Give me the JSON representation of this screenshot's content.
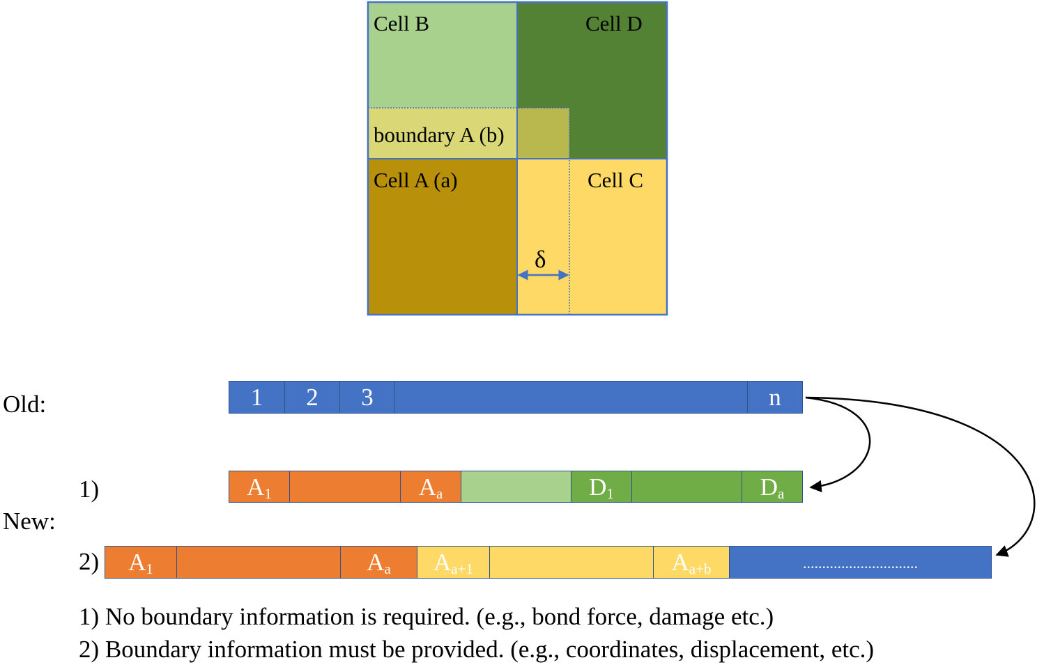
{
  "domain_grid": {
    "cells": {
      "cell_b": "Cell B",
      "cell_d": "Cell D",
      "cell_a": "Cell A (a)",
      "cell_c": "Cell C",
      "boundary": "boundary A (b)",
      "delta": "δ"
    },
    "colors": {
      "cell_b": "#A9D18E",
      "cell_d": "#548235",
      "cell_a": "#B8900A",
      "cell_c": "#FFD966",
      "boundary_left": "#DAD876",
      "boundary_overlap": "#B8B84F",
      "frame": "#4472C4"
    }
  },
  "rows": {
    "old_label": "Old:",
    "new_label": "New:",
    "row1_label": "1)",
    "row2_label": "2)",
    "old": [
      {
        "base": "1",
        "sub": "",
        "color": "#4472C4"
      },
      {
        "base": "2",
        "sub": "",
        "color": "#4472C4"
      },
      {
        "base": "3",
        "sub": "",
        "color": "#4472C4"
      },
      {
        "base": "",
        "sub": "",
        "color": "#4472C4"
      },
      {
        "base": "n",
        "sub": "",
        "color": "#4472C4"
      }
    ],
    "new1": [
      {
        "base": "A",
        "sub": "1",
        "color": "#ED7D31"
      },
      {
        "base": "",
        "sub": "",
        "color": "#ED7D31"
      },
      {
        "base": "A",
        "sub": "a",
        "color": "#ED7D31"
      },
      {
        "base": "",
        "sub": "",
        "color": "#A9D18E"
      },
      {
        "base": "D",
        "sub": "1",
        "color": "#70AD47"
      },
      {
        "base": "",
        "sub": "",
        "color": "#70AD47"
      },
      {
        "base": "D",
        "sub": "a",
        "color": "#70AD47"
      }
    ],
    "new2": [
      {
        "base": "A",
        "sub": "1",
        "color": "#ED7D31"
      },
      {
        "base": "",
        "sub": "",
        "color": "#ED7D31"
      },
      {
        "base": "A",
        "sub": "a",
        "color": "#ED7D31"
      },
      {
        "base": "A",
        "sub": "a+1",
        "color": "#FFD966"
      },
      {
        "base": "",
        "sub": "",
        "color": "#FFD966"
      },
      {
        "base": "A",
        "sub": "a+b",
        "color": "#FFD966"
      },
      {
        "base": "..............................",
        "sub": "",
        "color": "#4472C4"
      }
    ]
  },
  "notes": {
    "note1": "1) No boundary information is required. (e.g., bond force, damage etc.)",
    "note2": "2) Boundary information must be provided.  (e.g., coordinates, displacement, etc.)"
  }
}
